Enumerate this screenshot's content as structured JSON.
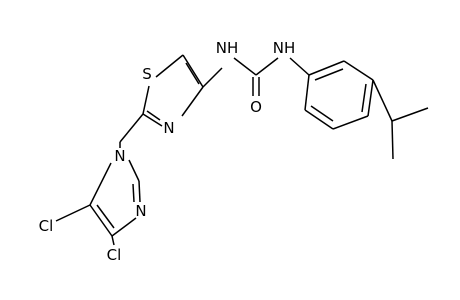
{
  "molecule": {
    "atoms": {
      "s1": "S",
      "n_thiazole": "N",
      "nh_left": "NH",
      "nh_right": "NH",
      "o_carbonyl": "O",
      "n_imidazole_1": "N",
      "n_imidazole_3": "N",
      "cl_5": "Cl",
      "cl_4": "Cl"
    }
  },
  "colors": {
    "bond": "#000000",
    "label": "#000000",
    "background": "#ffffff"
  }
}
